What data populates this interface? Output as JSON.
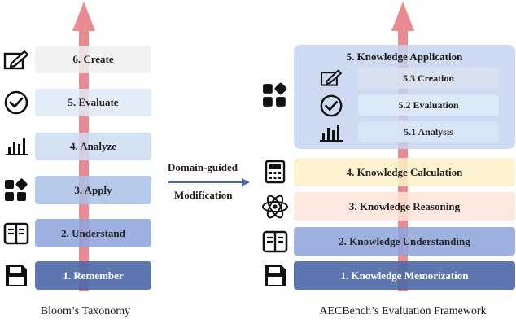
{
  "left": {
    "caption": "Bloom’s Taxonomy",
    "levels": [
      "6. Create",
      "5. Evaluate",
      "4. Analyze",
      "3. Apply",
      "2. Understand",
      "1. Remember"
    ]
  },
  "middle": {
    "line1": "Domain-guided",
    "line2": "Modification"
  },
  "right": {
    "caption": "AECBench’s Evaluation Framework",
    "application": {
      "title": "5. Knowledge Application",
      "sub": [
        "5.3 Creation",
        "5.2 Evaluation",
        "5.1 Analysis"
      ]
    },
    "levels": [
      "4. Knowledge Calculation",
      "3. Knowledge Reasoning",
      "2. Knowledge Understanding",
      "1. Knowledge Memorization"
    ]
  },
  "colors": {
    "arrow": "#e8858a",
    "remember": "#4f6aa8",
    "understand": "#8fa5dc",
    "apply": "#aabfe6",
    "analyze": "#cddcf1",
    "evaluate": "#e0ebf8",
    "create": "#f2f2f2",
    "application": "#c4d3ee",
    "calculation": "#fdf1c9",
    "reasoning": "#fbe4d8"
  },
  "icons": [
    "edit-icon",
    "check-circle-icon",
    "bar-chart-icon",
    "blocks-icon",
    "open-book-icon",
    "floppy-disk-icon",
    "calculator-icon",
    "atom-icon"
  ]
}
